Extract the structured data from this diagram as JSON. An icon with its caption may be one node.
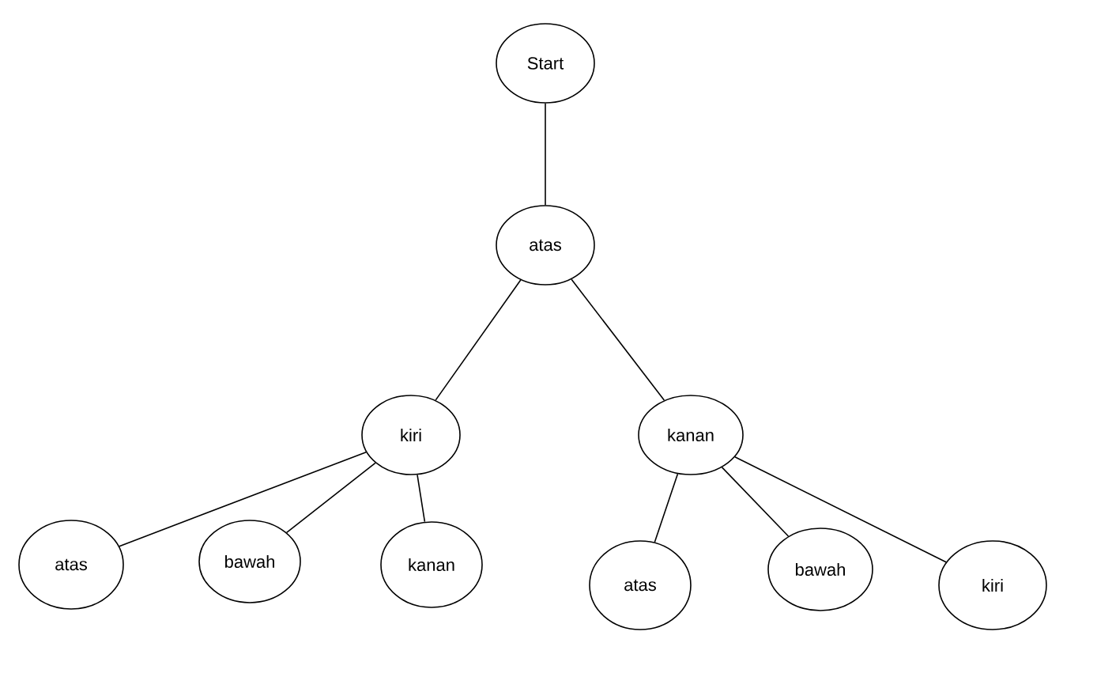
{
  "diagram": {
    "nodes": [
      {
        "text": [
          "Start"
        ]
      },
      {
        "text": [
          "atas"
        ]
      },
      {
        "text": [
          "kiri"
        ]
      },
      {
        "text": [
          "kanan"
        ]
      },
      {
        "text": [
          "atas"
        ]
      },
      {
        "text": [
          "bawah"
        ]
      },
      {
        "text": [
          "kanan"
        ]
      },
      {
        "text": [
          "atas"
        ]
      },
      {
        "text": [
          "bawah"
        ]
      },
      {
        "text": [
          "kiri"
        ]
      }
    ],
    "edges": [
      {
        "from": 0,
        "to": 1,
        "arrow": "none"
      },
      {
        "from": 1,
        "to": 2,
        "arrow": "none"
      },
      {
        "from": 1,
        "to": 3,
        "arrow": "none"
      },
      {
        "from": 2,
        "to": 4,
        "arrow": "none"
      },
      {
        "from": 2,
        "to": 5,
        "arrow": "none"
      },
      {
        "from": 2,
        "to": 6,
        "arrow": "none"
      },
      {
        "from": 3,
        "to": 7,
        "arrow": "none"
      },
      {
        "from": 3,
        "to": 8,
        "arrow": "none"
      },
      {
        "from": 3,
        "to": 9,
        "arrow": "none"
      }
    ]
  }
}
